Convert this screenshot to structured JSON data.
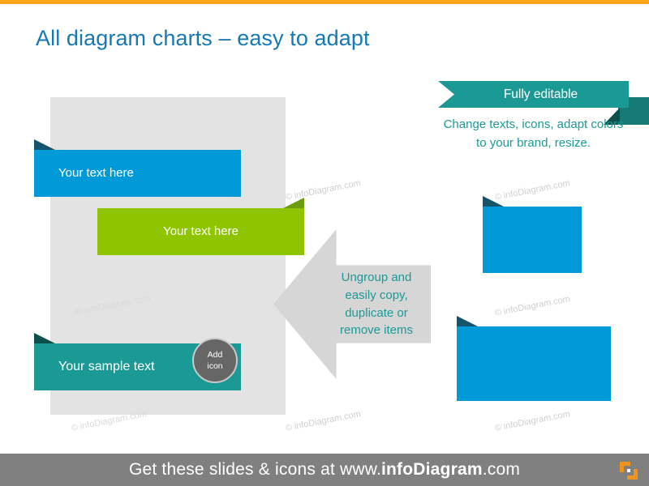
{
  "slide": {
    "title": "All diagram charts – easy to adapt",
    "accent_top_color": "#faa41a",
    "title_color": "#1479b4"
  },
  "left_column": {
    "panel_color": "#e3e3e3",
    "boxes": [
      {
        "label": "Your text here",
        "color": "#009ad8",
        "fold": "top-left",
        "fold_color": "#14556b"
      },
      {
        "label": "Your text here",
        "color": "#8fc400",
        "fold": "top-right",
        "fold_color": "#6a9c10"
      },
      {
        "label": "Your sample text",
        "color": "#1b9a95",
        "fold": "top-left",
        "fold_color": "#0d4f4d"
      }
    ],
    "icon_placeholder": {
      "line1": "Add",
      "line2": "icon",
      "fill": "#666666",
      "border": "#c9c9c9"
    }
  },
  "arrow": {
    "direction": "left",
    "fill": "#d6d6d6",
    "text_color": "#1b9a95",
    "lines": [
      "Ungroup and",
      "easily copy,",
      "duplicate or",
      "remove items"
    ],
    "text": "Ungroup and easily copy, duplicate or remove items"
  },
  "right_column": {
    "ribbon_label": "Fully editable",
    "ribbon_color": "#1b9a95",
    "ribbon_fold_color": "#167a76",
    "ribbon_notch_color": "#0d4f4d",
    "description_lines": [
      "Change texts, icons,",
      "adapt colors to your",
      "brand, resize."
    ],
    "description": "Change texts, icons, adapt colors to your brand, resize.",
    "boxes": [
      {
        "color": "#009ad8",
        "fold": "top-left",
        "fold_color": "#14556b"
      },
      {
        "color": "#009ad8",
        "fold": "top-left",
        "fold_color": "#14556b"
      }
    ]
  },
  "watermarks": {
    "text": "© infoDiagram.com",
    "color": "#cfcfcf",
    "count": 7
  },
  "footer": {
    "bg_color": "#808080",
    "prefix": "Get these slides & icons at www.",
    "brand": "infoDiagram",
    "suffix": ".com",
    "logo_color": "#f0921e"
  }
}
